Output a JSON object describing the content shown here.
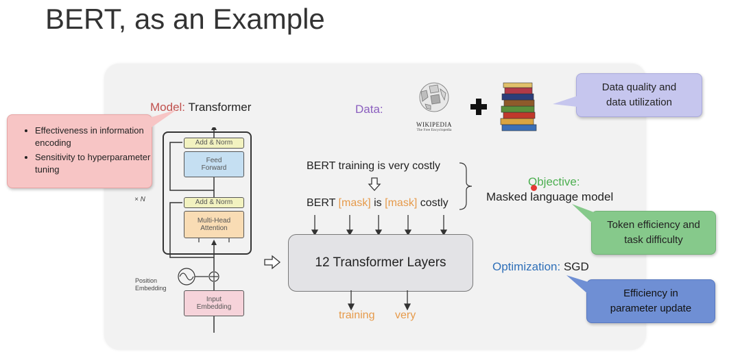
{
  "title": "BERT, as an Example",
  "model": {
    "prefix": "Model:",
    "value": "Transformer"
  },
  "data": {
    "prefix": "Data:"
  },
  "wikipedia": {
    "name": "Wikipedia",
    "tagline": "The Free Encyclopedia"
  },
  "objective": {
    "prefix": "Objective:",
    "value": "Masked language model"
  },
  "optimization": {
    "prefix": "Optimization:",
    "value": "SGD"
  },
  "sentence_full": "BERT training is very costly",
  "sentence_masked": {
    "part1": "BERT",
    "mask1": "[mask]",
    "part2": "is",
    "mask2": "[mask]",
    "part3": "costly"
  },
  "transformer_block": "12 Transformer Layers",
  "outputs": [
    "training",
    "very"
  ],
  "arch": {
    "add_norm": "Add & Norm",
    "feed_forward": [
      "Feed",
      "Forward"
    ],
    "multi_head": [
      "Multi-Head",
      "Attention"
    ],
    "input_embedding": [
      "Input",
      "Embedding"
    ],
    "position_embedding": [
      "Position",
      "Embedding"
    ],
    "nx": "× N"
  },
  "callouts": {
    "pink": [
      "Effectiveness in information encoding",
      "Sensitivity to hyperparameter tuning"
    ],
    "purple": [
      "Data quality and",
      "data utilization"
    ],
    "green": [
      "Token efficiency and",
      "task difficulty"
    ],
    "blue": [
      "Efficiency in",
      "parameter update"
    ]
  },
  "colors": {
    "model_label": "#c0504d",
    "data_label": "#8b5fbf",
    "objective_label": "#4caf50",
    "optimization_label": "#2e6fb8",
    "mask": "#e69a4a"
  },
  "icons": [
    "wikipedia-globe-icon",
    "plus-icon",
    "books-icon",
    "down-arrow-icon",
    "right-arrow-icon",
    "sine-wave-icon"
  ]
}
